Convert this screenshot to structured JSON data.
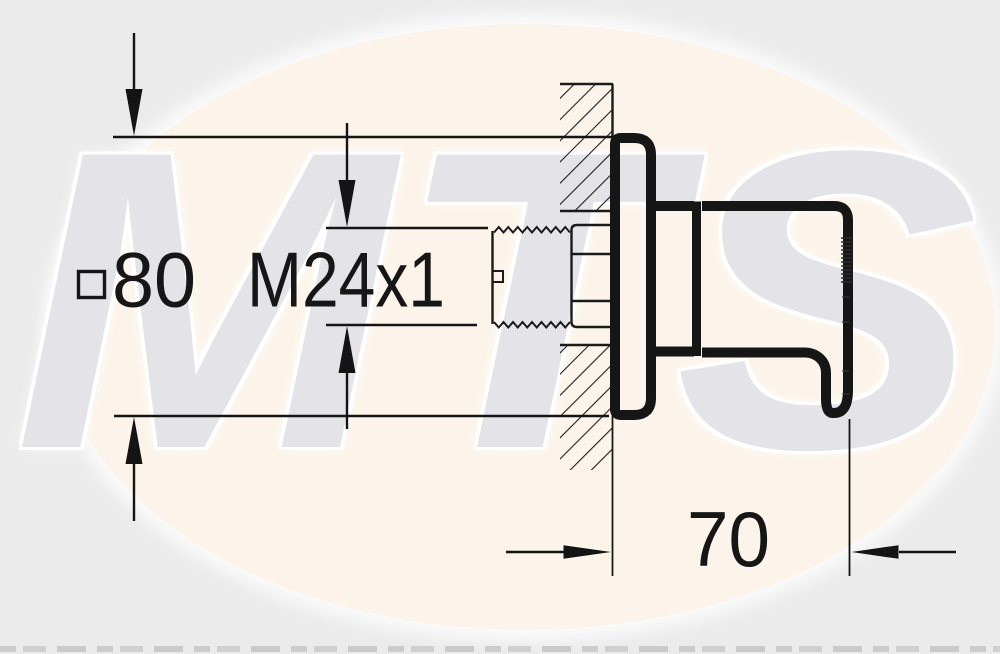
{
  "diagram": {
    "type": "technical-dimension-drawing",
    "subject": "concealed valve with lever handle, side section view",
    "labels": {
      "square_symbol": "□",
      "square_size": "80",
      "thread_spec": "M24x1",
      "projection_depth": "70"
    },
    "watermark": {
      "text": "MTS"
    },
    "colors": {
      "background": "#ebebeb",
      "ellipse": "#fcf4ea",
      "watermark_text": "#e4e4e8",
      "line": "#1a1a1a",
      "torn_strip": "#c6c6c6"
    }
  }
}
